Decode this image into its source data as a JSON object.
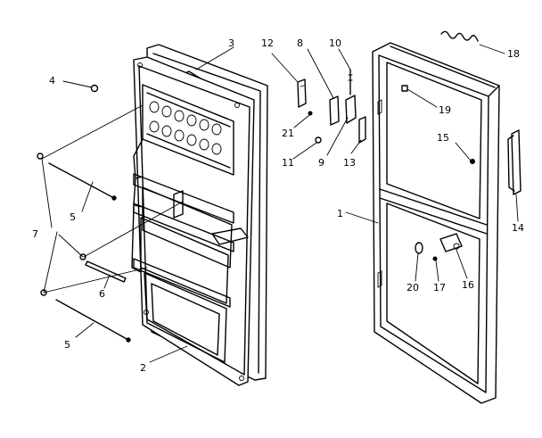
{
  "labels": {
    "l1": "1",
    "l2": "2",
    "l3": "3",
    "l4": "4",
    "l5a": "5",
    "l5b": "5",
    "l6": "6",
    "l7": "7",
    "l8": "8",
    "l9": "9",
    "l10": "10",
    "l11": "11",
    "l12": "12",
    "l13": "13",
    "l14": "14",
    "l15": "15",
    "l16": "16",
    "l17": "17",
    "l18": "18",
    "l19": "19",
    "l20": "20",
    "l21": "21"
  }
}
